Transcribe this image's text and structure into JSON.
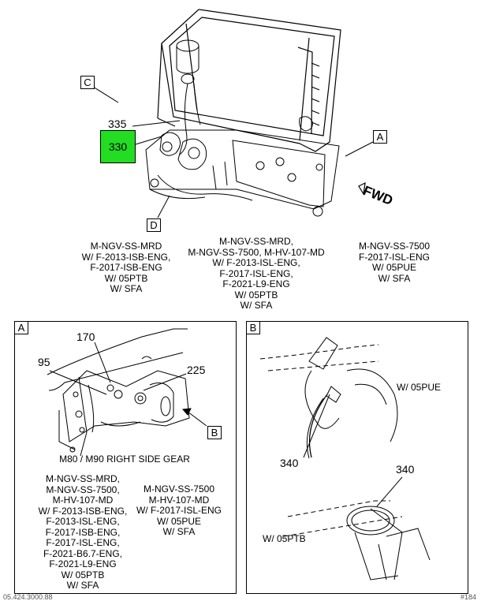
{
  "top": {
    "labels": {
      "c": "C",
      "a": "A",
      "d": "D"
    },
    "callouts": {
      "p335": "335",
      "p330": "330"
    },
    "fwd": "FWD",
    "notes": [
      [
        "M-NGV-SS-MRD",
        "W/ F-2013-ISB-ENG,",
        "F-2017-ISB-ENG",
        "W/ 05PTB",
        "W/ SFA"
      ],
      [
        "M-NGV-SS-MRD,",
        "M-NGV-SS-7500, M-HV-107-MD",
        "W/ F-2013-ISL-ENG,",
        "F-2017-ISL-ENG,",
        "F-2021-L9-ENG",
        "W/ 05PTB",
        "W/ SFA"
      ],
      [
        "M-NGV-SS-7500",
        "F-2017-ISL-ENG",
        "W/ 05PUE",
        "W/ SFA"
      ]
    ]
  },
  "panel_a": {
    "label": "A",
    "ref_label": "B",
    "callouts": {
      "p170": "170",
      "p95": "95",
      "p225": "225"
    },
    "caption": "M80 / M90 RIGHT SIDE GEAR",
    "notes": [
      [
        "M-NGV-SS-MRD,",
        "M-NGV-SS-7500,",
        "M-HV-107-MD",
        "W/ F-2013-ISB-ENG,",
        "F-2013-ISL-ENG,",
        "F-2017-ISB-ENG,",
        "F-2017-ISL-ENG,",
        "F-2021-B6.7-ENG,",
        "F-2021-L9-ENG",
        "W/ 05PTB",
        "W/ SFA"
      ],
      [
        "M-NGV-SS-7500",
        "M-HV-107-MD",
        "W/ F-2017-ISL-ENG",
        "W/ 05PUE",
        "W/ SFA"
      ]
    ]
  },
  "panel_b": {
    "label": "B",
    "upper_note": "W/ 05PUE",
    "lower_note": "W/ 05PTB",
    "callouts": {
      "upper": "340",
      "lower": "340"
    }
  },
  "footer": {
    "left": "05.424.3000.88",
    "right": "#184"
  }
}
